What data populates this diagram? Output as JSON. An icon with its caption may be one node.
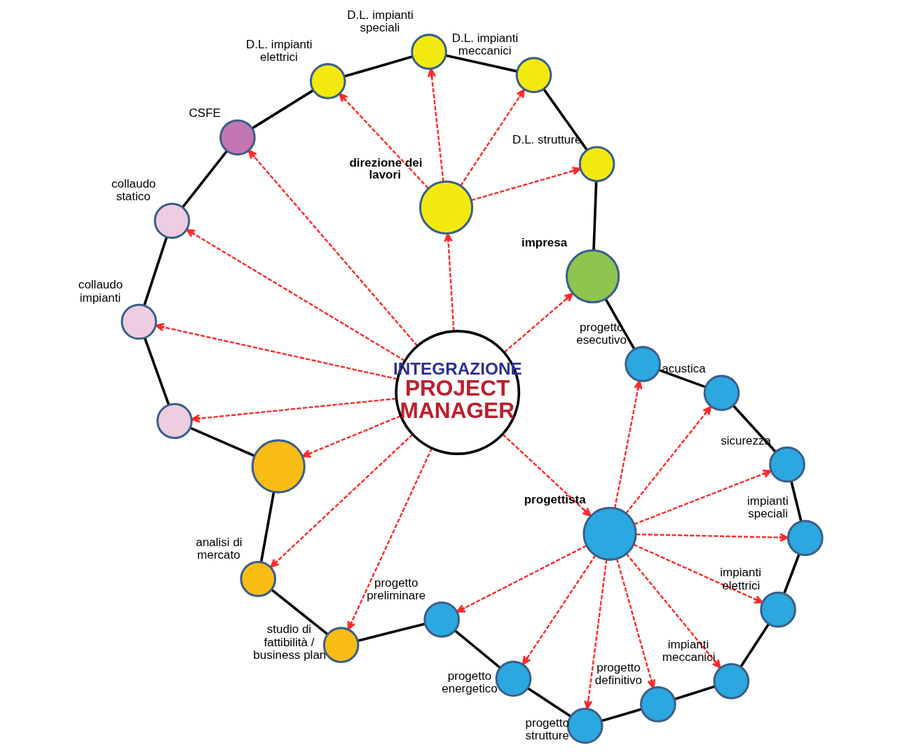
{
  "diagram": {
    "nodes": [
      {
        "text": [
          "INTEGRAZIONE",
          "PROJECT MANAGER"
        ]
      },
      {
        "text": [],
        "shape": "circle"
      },
      {
        "text": [
          "analisi di mercato"
        ]
      },
      {
        "text": [
          "studio di fattibilità / business plan"
        ]
      },
      {
        "text": [
          "progetto preliminare"
        ]
      },
      {
        "text": [
          "progetto energetico"
        ]
      },
      {
        "text": [
          "progetto strutture"
        ]
      },
      {
        "text": [
          "progetto definitivo"
        ]
      },
      {
        "text": [
          "impianti meccanici"
        ]
      },
      {
        "text": [
          "impianti elettrici"
        ]
      },
      {
        "text": [
          "impianti speciali"
        ]
      },
      {
        "text": [
          "sicurezza"
        ]
      },
      {
        "text": [
          "acustica"
        ]
      },
      {
        "text": [
          "progetto esecutivo"
        ]
      },
      {
        "text": [
          "impresa"
        ]
      },
      {
        "text": [
          "D.L. strutture"
        ]
      },
      {
        "text": [
          "D.L. impianti meccanici"
        ]
      },
      {
        "text": [
          "D.L. impianti speciali"
        ]
      },
      {
        "text": [
          "D.L. impianti elettrici"
        ]
      },
      {
        "text": [
          "CSFE"
        ]
      },
      {
        "text": [
          "collaudo statico"
        ]
      },
      {
        "text": [
          "collaudo impianti"
        ]
      },
      {
        "text": [],
        "shape": "circle"
      },
      {
        "text": [
          "progettista"
        ]
      },
      {
        "text": [
          "direzione dei lavori"
        ]
      }
    ],
    "edges": [
      {
        "from": 1,
        "to": 2,
        "arrow": "none",
        "color": "#000000"
      },
      {
        "from": 2,
        "to": 3,
        "arrow": "none",
        "color": "#000000"
      },
      {
        "from": 3,
        "to": 4,
        "arrow": "none",
        "color": "#000000"
      },
      {
        "from": 4,
        "to": 5,
        "arrow": "none",
        "color": "#000000"
      },
      {
        "from": 5,
        "to": 6,
        "arrow": "none",
        "color": "#000000"
      },
      {
        "from": 6,
        "to": 7,
        "arrow": "none",
        "color": "#000000"
      },
      {
        "from": 7,
        "to": 8,
        "arrow": "none",
        "color": "#000000"
      },
      {
        "from": 8,
        "to": 9,
        "arrow": "none",
        "color": "#000000"
      },
      {
        "from": 9,
        "to": 10,
        "arrow": "none",
        "color": "#000000"
      },
      {
        "from": 10,
        "to": 11,
        "arrow": "none",
        "color": "#000000"
      },
      {
        "from": 11,
        "to": 12,
        "arrow": "none",
        "color": "#000000"
      },
      {
        "from": 12,
        "to": 13,
        "arrow": "none",
        "color": "#000000"
      },
      {
        "from": 13,
        "to": 14,
        "arrow": "none",
        "color": "#000000"
      },
      {
        "from": 14,
        "to": 15,
        "arrow": "none",
        "color": "#000000"
      },
      {
        "from": 15,
        "to": 16,
        "arrow": "none",
        "color": "#000000"
      },
      {
        "from": 16,
        "to": 17,
        "arrow": "none",
        "color": "#000000"
      },
      {
        "from": 17,
        "to": 18,
        "arrow": "none",
        "color": "#000000"
      },
      {
        "from": 18,
        "to": 19,
        "arrow": "none",
        "color": "#000000"
      },
      {
        "from": 19,
        "to": 20,
        "arrow": "none",
        "color": "#000000"
      },
      {
        "from": 20,
        "to": 21,
        "arrow": "none",
        "color": "#000000"
      },
      {
        "from": 21,
        "to": 22,
        "arrow": "none",
        "color": "#000000"
      },
      {
        "from": 22,
        "to": 1,
        "arrow": "none",
        "color": "#000000"
      },
      {
        "from": 0,
        "to": 1,
        "arrow": "to",
        "style": "dashed",
        "color": "#ff2a2a"
      },
      {
        "from": 0,
        "to": 2,
        "arrow": "to",
        "style": "dashed",
        "color": "#ff2a2a"
      },
      {
        "from": 0,
        "to": 3,
        "arrow": "to",
        "style": "dashed",
        "color": "#ff2a2a"
      },
      {
        "from": 0,
        "to": 23,
        "arrow": "to",
        "style": "dashed",
        "color": "#ff2a2a"
      },
      {
        "from": 0,
        "to": 14,
        "arrow": "to",
        "style": "dashed",
        "color": "#ff2a2a"
      },
      {
        "from": 0,
        "to": 24,
        "arrow": "to",
        "style": "dashed",
        "color": "#ff2a2a"
      },
      {
        "from": 0,
        "to": 19,
        "arrow": "to",
        "style": "dashed",
        "color": "#ff2a2a"
      },
      {
        "from": 0,
        "to": 20,
        "arrow": "to",
        "style": "dashed",
        "color": "#ff2a2a"
      },
      {
        "from": 0,
        "to": 21,
        "arrow": "to",
        "style": "dashed",
        "color": "#ff2a2a"
      },
      {
        "from": 0,
        "to": 22,
        "arrow": "to",
        "style": "dashed",
        "color": "#ff2a2a"
      },
      {
        "from": 23,
        "to": 4,
        "arrow": "to",
        "style": "dashed",
        "color": "#ff2a2a"
      },
      {
        "from": 23,
        "to": 5,
        "arrow": "to",
        "style": "dashed",
        "color": "#ff2a2a"
      },
      {
        "from": 23,
        "to": 6,
        "arrow": "to",
        "style": "dashed",
        "color": "#ff2a2a"
      },
      {
        "from": 23,
        "to": 7,
        "arrow": "to",
        "style": "dashed",
        "color": "#ff2a2a"
      },
      {
        "from": 23,
        "to": 8,
        "arrow": "to",
        "style": "dashed",
        "color": "#ff2a2a"
      },
      {
        "from": 23,
        "to": 9,
        "arrow": "to",
        "style": "dashed",
        "color": "#ff2a2a"
      },
      {
        "from": 23,
        "to": 10,
        "arrow": "to",
        "style": "dashed",
        "color": "#ff2a2a"
      },
      {
        "from": 23,
        "to": 11,
        "arrow": "to",
        "style": "dashed",
        "color": "#ff2a2a"
      },
      {
        "from": 23,
        "to": 12,
        "arrow": "to",
        "style": "dashed",
        "color": "#ff2a2a"
      },
      {
        "from": 23,
        "to": 13,
        "arrow": "to",
        "style": "dashed",
        "color": "#ff2a2a"
      },
      {
        "from": 24,
        "to": 18,
        "arrow": "to",
        "style": "dashed",
        "color": "#ff2a2a"
      },
      {
        "from": 24,
        "to": 17,
        "arrow": "to",
        "style": "dashed",
        "color": "#ff2a2a"
      },
      {
        "from": 24,
        "to": 16,
        "arrow": "to",
        "style": "dashed",
        "color": "#ff2a2a"
      },
      {
        "from": 24,
        "to": 15,
        "arrow": "to",
        "style": "dashed",
        "color": "#ff2a2a"
      }
    ]
  }
}
